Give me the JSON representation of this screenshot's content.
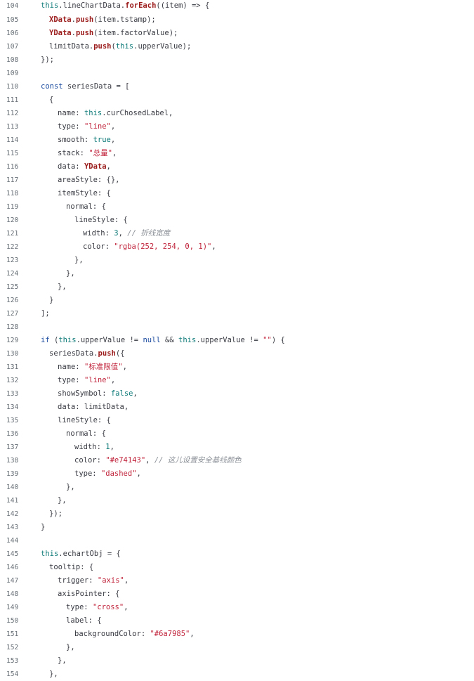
{
  "editor": {
    "lines": [
      {
        "n": "104",
        "indent": 1,
        "tokens": [
          [
            "this",
            "this"
          ],
          [
            "plain",
            "."
          ],
          [
            "plain",
            "lineChartData."
          ],
          [
            "fn",
            "forEach"
          ],
          [
            "plain",
            "((item) => {"
          ]
        ]
      },
      {
        "n": "105",
        "indent": 2,
        "tokens": [
          [
            "fn",
            "XData"
          ],
          [
            "plain",
            "."
          ],
          [
            "fn",
            "push"
          ],
          [
            "plain",
            "(item.tstamp);"
          ]
        ]
      },
      {
        "n": "106",
        "indent": 2,
        "tokens": [
          [
            "fn",
            "YData"
          ],
          [
            "plain",
            "."
          ],
          [
            "fn",
            "push"
          ],
          [
            "plain",
            "(item.factorValue);"
          ]
        ]
      },
      {
        "n": "107",
        "indent": 2,
        "tokens": [
          [
            "plain",
            "limitData."
          ],
          [
            "fn",
            "push"
          ],
          [
            "plain",
            "("
          ],
          [
            "this",
            "this"
          ],
          [
            "plain",
            ".upperValue);"
          ]
        ]
      },
      {
        "n": "108",
        "indent": 1,
        "tokens": [
          [
            "plain",
            "});"
          ]
        ]
      },
      {
        "n": "109",
        "indent": 0,
        "tokens": []
      },
      {
        "n": "110",
        "indent": 1,
        "tokens": [
          [
            "kw",
            "const"
          ],
          [
            "plain",
            " seriesData = ["
          ]
        ]
      },
      {
        "n": "111",
        "indent": 2,
        "tokens": [
          [
            "plain",
            "{"
          ]
        ]
      },
      {
        "n": "112",
        "indent": 3,
        "tokens": [
          [
            "plain",
            "name: "
          ],
          [
            "this",
            "this"
          ],
          [
            "plain",
            ".curChosedLabel,"
          ]
        ]
      },
      {
        "n": "113",
        "indent": 3,
        "tokens": [
          [
            "plain",
            "type: "
          ],
          [
            "str",
            "\"line\""
          ],
          [
            "plain",
            ","
          ]
        ]
      },
      {
        "n": "114",
        "indent": 3,
        "tokens": [
          [
            "plain",
            "smooth: "
          ],
          [
            "bool",
            "true"
          ],
          [
            "plain",
            ","
          ]
        ]
      },
      {
        "n": "115",
        "indent": 3,
        "tokens": [
          [
            "plain",
            "stack: "
          ],
          [
            "str",
            "\"总量\""
          ],
          [
            "plain",
            ","
          ]
        ]
      },
      {
        "n": "116",
        "indent": 3,
        "tokens": [
          [
            "plain",
            "data: "
          ],
          [
            "fn",
            "YData"
          ],
          [
            "plain",
            ","
          ]
        ]
      },
      {
        "n": "117",
        "indent": 3,
        "tokens": [
          [
            "plain",
            "areaStyle: {},"
          ]
        ]
      },
      {
        "n": "118",
        "indent": 3,
        "tokens": [
          [
            "plain",
            "itemStyle: {"
          ]
        ]
      },
      {
        "n": "119",
        "indent": 4,
        "tokens": [
          [
            "plain",
            "normal: {"
          ]
        ]
      },
      {
        "n": "120",
        "indent": 5,
        "tokens": [
          [
            "plain",
            "lineStyle: {"
          ]
        ]
      },
      {
        "n": "121",
        "indent": 6,
        "tokens": [
          [
            "plain",
            "width: "
          ],
          [
            "num",
            "3"
          ],
          [
            "plain",
            ", "
          ],
          [
            "comment",
            "// 折线宽度"
          ]
        ]
      },
      {
        "n": "122",
        "indent": 6,
        "tokens": [
          [
            "plain",
            "color: "
          ],
          [
            "str",
            "\"rgba(252, 254, 0, 1)\""
          ],
          [
            "plain",
            ","
          ]
        ]
      },
      {
        "n": "123",
        "indent": 5,
        "tokens": [
          [
            "plain",
            "},"
          ]
        ]
      },
      {
        "n": "124",
        "indent": 4,
        "tokens": [
          [
            "plain",
            "},"
          ]
        ]
      },
      {
        "n": "125",
        "indent": 3,
        "tokens": [
          [
            "plain",
            "},"
          ]
        ]
      },
      {
        "n": "126",
        "indent": 2,
        "tokens": [
          [
            "plain",
            "}"
          ]
        ]
      },
      {
        "n": "127",
        "indent": 1,
        "tokens": [
          [
            "plain",
            "];"
          ]
        ]
      },
      {
        "n": "128",
        "indent": 0,
        "tokens": []
      },
      {
        "n": "129",
        "indent": 1,
        "tokens": [
          [
            "kw",
            "if"
          ],
          [
            "plain",
            " ("
          ],
          [
            "this",
            "this"
          ],
          [
            "plain",
            ".upperValue != "
          ],
          [
            "kw",
            "null"
          ],
          [
            "plain",
            " && "
          ],
          [
            "this",
            "this"
          ],
          [
            "plain",
            ".upperValue != "
          ],
          [
            "str",
            "\"\""
          ],
          [
            "plain",
            ") {"
          ]
        ]
      },
      {
        "n": "130",
        "indent": 2,
        "tokens": [
          [
            "plain",
            "seriesData."
          ],
          [
            "fn",
            "push"
          ],
          [
            "plain",
            "({"
          ]
        ]
      },
      {
        "n": "131",
        "indent": 3,
        "tokens": [
          [
            "plain",
            "name: "
          ],
          [
            "str",
            "\"标准限值\""
          ],
          [
            "plain",
            ","
          ]
        ]
      },
      {
        "n": "132",
        "indent": 3,
        "tokens": [
          [
            "plain",
            "type: "
          ],
          [
            "str",
            "\"line\""
          ],
          [
            "plain",
            ","
          ]
        ]
      },
      {
        "n": "133",
        "indent": 3,
        "tokens": [
          [
            "plain",
            "showSymbol: "
          ],
          [
            "bool",
            "false"
          ],
          [
            "plain",
            ","
          ]
        ]
      },
      {
        "n": "134",
        "indent": 3,
        "tokens": [
          [
            "plain",
            "data: limitData,"
          ]
        ]
      },
      {
        "n": "135",
        "indent": 3,
        "tokens": [
          [
            "plain",
            "lineStyle: {"
          ]
        ]
      },
      {
        "n": "136",
        "indent": 4,
        "tokens": [
          [
            "plain",
            "normal: {"
          ]
        ]
      },
      {
        "n": "137",
        "indent": 5,
        "tokens": [
          [
            "plain",
            "width: "
          ],
          [
            "num",
            "1"
          ],
          [
            "plain",
            ","
          ]
        ]
      },
      {
        "n": "138",
        "indent": 5,
        "tokens": [
          [
            "plain",
            "color: "
          ],
          [
            "str",
            "\"#e74143\""
          ],
          [
            "plain",
            ", "
          ],
          [
            "comment",
            "// 这儿设置安全基线颜色"
          ]
        ]
      },
      {
        "n": "139",
        "indent": 5,
        "tokens": [
          [
            "plain",
            "type: "
          ],
          [
            "str",
            "\"dashed\""
          ],
          [
            "plain",
            ","
          ]
        ]
      },
      {
        "n": "140",
        "indent": 4,
        "tokens": [
          [
            "plain",
            "},"
          ]
        ]
      },
      {
        "n": "141",
        "indent": 3,
        "tokens": [
          [
            "plain",
            "},"
          ]
        ]
      },
      {
        "n": "142",
        "indent": 2,
        "tokens": [
          [
            "plain",
            "});"
          ]
        ]
      },
      {
        "n": "143",
        "indent": 1,
        "tokens": [
          [
            "plain",
            "}"
          ]
        ]
      },
      {
        "n": "144",
        "indent": 0,
        "tokens": []
      },
      {
        "n": "145",
        "indent": 1,
        "tokens": [
          [
            "this",
            "this"
          ],
          [
            "plain",
            ".echartObj = {"
          ]
        ]
      },
      {
        "n": "146",
        "indent": 2,
        "tokens": [
          [
            "plain",
            "tooltip: {"
          ]
        ]
      },
      {
        "n": "147",
        "indent": 3,
        "tokens": [
          [
            "plain",
            "trigger: "
          ],
          [
            "str",
            "\"axis\""
          ],
          [
            "plain",
            ","
          ]
        ]
      },
      {
        "n": "148",
        "indent": 3,
        "tokens": [
          [
            "plain",
            "axisPointer: {"
          ]
        ]
      },
      {
        "n": "149",
        "indent": 4,
        "tokens": [
          [
            "plain",
            "type: "
          ],
          [
            "str",
            "\"cross\""
          ],
          [
            "plain",
            ","
          ]
        ]
      },
      {
        "n": "150",
        "indent": 4,
        "tokens": [
          [
            "plain",
            "label: {"
          ]
        ]
      },
      {
        "n": "151",
        "indent": 5,
        "tokens": [
          [
            "plain",
            "backgroundColor: "
          ],
          [
            "str",
            "\"#6a7985\""
          ],
          [
            "plain",
            ","
          ]
        ]
      },
      {
        "n": "152",
        "indent": 4,
        "tokens": [
          [
            "plain",
            "},"
          ]
        ]
      },
      {
        "n": "153",
        "indent": 3,
        "tokens": [
          [
            "plain",
            "},"
          ]
        ]
      },
      {
        "n": "154",
        "indent": 2,
        "tokens": [
          [
            "plain",
            "},"
          ]
        ]
      }
    ]
  }
}
